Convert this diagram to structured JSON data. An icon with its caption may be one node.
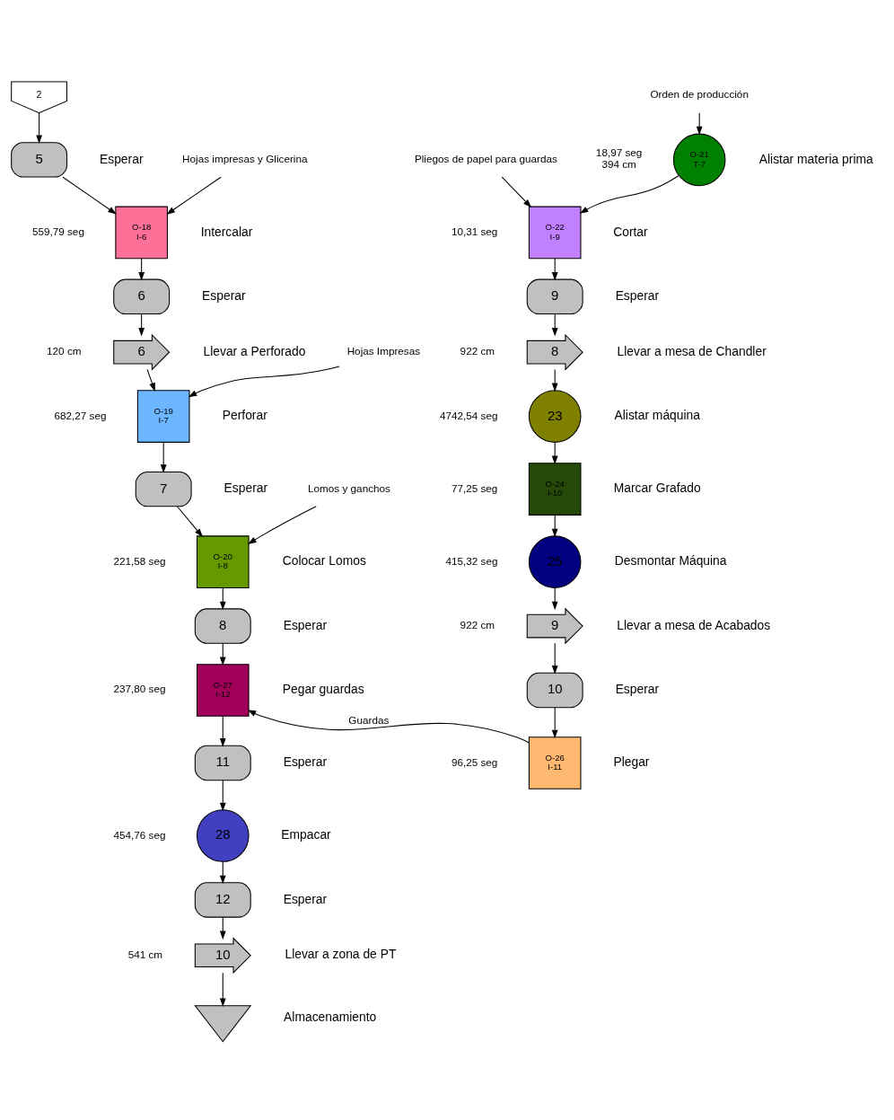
{
  "diagram": {
    "nodes": [
      {
        "text": [
          "O-21 T-7"
        ],
        "beside": [
          "Alistar materia prima",
          "18,97 seg",
          "394 cm"
        ]
      },
      {
        "text": [
          "O-22 I-9"
        ],
        "beside": [
          "Cortar",
          "10,31 seg"
        ]
      },
      {
        "text": [
          "9"
        ],
        "beside": [
          "Esperar"
        ]
      },
      {
        "text": [
          "8"
        ],
        "beside": [
          "Llevar a mesa de Chandler",
          "922 cm"
        ]
      },
      {
        "text": [
          "23"
        ],
        "beside": [
          "Alistar máquina",
          "4742,54 seg"
        ]
      },
      {
        "text": [
          "O-24 I-10"
        ],
        "beside": [
          "Marcar Grafado",
          "77,25 seg"
        ]
      },
      {
        "text": [
          "25"
        ],
        "beside": [
          "Desmontar Máquina",
          "415,32 seg"
        ]
      },
      {
        "text": [
          "9"
        ],
        "beside": [
          "Llevar a mesa de Acabados",
          "922 cm"
        ]
      },
      {
        "text": [
          "10"
        ],
        "beside": [
          "Esperar"
        ]
      },
      {
        "text": [
          "O-26 I-11"
        ],
        "beside": [
          "Plegar",
          "96,25 seg"
        ]
      },
      {
        "text": [
          "2"
        ]
      },
      {
        "text": [
          "5"
        ],
        "beside": [
          "Esperar"
        ]
      },
      {
        "text": [
          "O-18 I-6"
        ],
        "beside": [
          "Intercalar",
          "559,79 seg"
        ]
      },
      {
        "text": [
          "6"
        ],
        "beside": [
          "Esperar"
        ]
      },
      {
        "text": [
          "6"
        ],
        "beside": [
          "Llevar a Perforado",
          "120 cm"
        ]
      },
      {
        "text": [
          "O-19 I-7"
        ],
        "beside": [
          "Perforar",
          "682,27 seg"
        ]
      },
      {
        "text": [
          "7"
        ],
        "beside": [
          "Esperar"
        ]
      },
      {
        "text": [
          "O-20 I-8"
        ],
        "beside": [
          "Colocar Lomos",
          "221,58 seg"
        ]
      },
      {
        "text": [
          "8"
        ],
        "beside": [
          "Esperar"
        ]
      },
      {
        "text": [
          "O-27 I-12"
        ],
        "beside": [
          "Pegar guardas",
          "237,80 seg"
        ]
      },
      {
        "text": [
          "11"
        ],
        "beside": [
          "Esperar"
        ]
      },
      {
        "text": [
          "28"
        ],
        "beside": [
          "Empacar",
          "454,76 seg"
        ]
      },
      {
        "text": [
          "12"
        ],
        "beside": [
          "Esperar"
        ]
      },
      {
        "text": [
          "10"
        ],
        "beside": [
          "Llevar a zona de PT",
          "541 cm"
        ]
      },
      {
        "text": [],
        "shape": "triangle",
        "beside": [
          "Almacenamiento"
        ]
      },
      {
        "text": [
          "Orden de producción"
        ]
      },
      {
        "text": [
          "Pliegos de papel para guardas"
        ]
      },
      {
        "text": [
          "Hojas impresas y Glicerina"
        ]
      },
      {
        "text": [
          "Hojas Impresas"
        ]
      },
      {
        "text": [
          "Lomos y ganchos"
        ]
      }
    ],
    "edges": [
      {
        "from": 25,
        "to": 0,
        "arrow": "to"
      },
      {
        "from": 0,
        "to": 1,
        "arrow": "to"
      },
      {
        "from": 26,
        "to": 1,
        "arrow": "to"
      },
      {
        "from": 1,
        "to": 2,
        "arrow": "to"
      },
      {
        "from": 2,
        "to": 3,
        "arrow": "to"
      },
      {
        "from": 3,
        "to": 4,
        "arrow": "to"
      },
      {
        "from": 4,
        "to": 5,
        "arrow": "to"
      },
      {
        "from": 5,
        "to": 6,
        "arrow": "to"
      },
      {
        "from": 6,
        "to": 7,
        "arrow": "to"
      },
      {
        "from": 7,
        "to": 8,
        "arrow": "to"
      },
      {
        "from": 8,
        "to": 9,
        "arrow": "to"
      },
      {
        "from": 9,
        "to": 19,
        "arrow": "to",
        "label": "Guardas"
      },
      {
        "from": 10,
        "to": 11,
        "arrow": "to"
      },
      {
        "from": 11,
        "to": 12,
        "arrow": "to"
      },
      {
        "from": 27,
        "to": 12,
        "arrow": "to"
      },
      {
        "from": 12,
        "to": 13,
        "arrow": "to"
      },
      {
        "from": 13,
        "to": 14,
        "arrow": "to"
      },
      {
        "from": 14,
        "to": 15,
        "arrow": "to"
      },
      {
        "from": 28,
        "to": 15,
        "arrow": "to"
      },
      {
        "from": 15,
        "to": 16,
        "arrow": "to"
      },
      {
        "from": 16,
        "to": 17,
        "arrow": "to"
      },
      {
        "from": 29,
        "to": 17,
        "arrow": "to"
      },
      {
        "from": 17,
        "to": 18,
        "arrow": "to"
      },
      {
        "from": 18,
        "to": 19,
        "arrow": "to"
      },
      {
        "from": 19,
        "to": 20,
        "arrow": "to"
      },
      {
        "from": 20,
        "to": 21,
        "arrow": "to"
      },
      {
        "from": 21,
        "to": 22,
        "arrow": "to"
      },
      {
        "from": 22,
        "to": 23,
        "arrow": "to"
      },
      {
        "from": 23,
        "to": 24,
        "arrow": "to"
      }
    ]
  }
}
